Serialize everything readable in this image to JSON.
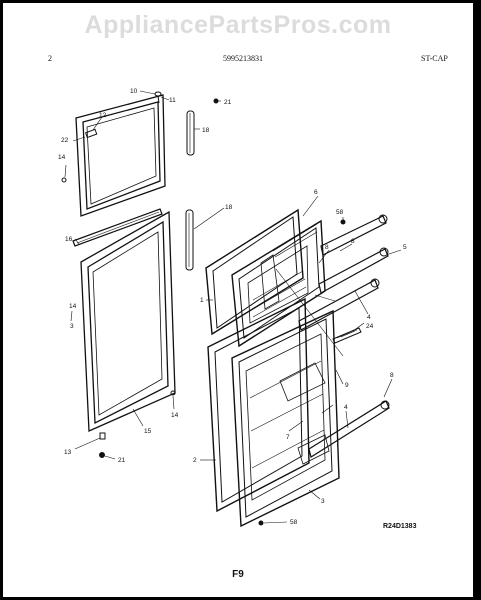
{
  "watermark": "AppliancePartsPros.com",
  "header": {
    "page_number": "2",
    "part_number": "5995213831",
    "model_code": "ST-CAP"
  },
  "footer": {
    "figure_label": "F9"
  },
  "diagram_code": "R24D1383",
  "callouts": {
    "c10": "10",
    "c11": "11",
    "c21a": "21",
    "c12": "12",
    "c22": "22",
    "c14a": "14",
    "c18a": "18",
    "c16": "16",
    "c18b": "18",
    "c1": "1",
    "c6": "6",
    "c58a": "58",
    "c8a": "8",
    "c8b": "8",
    "c5": "5",
    "c4a": "4",
    "c24": "24",
    "c14b": "14",
    "c3a": "3",
    "c14c": "14",
    "c15": "15",
    "c13": "13",
    "c21b": "21",
    "c2": "2",
    "c7": "7",
    "c9": "9",
    "c8c": "8",
    "c4b": "4",
    "c3b": "3",
    "c58b": "58"
  }
}
